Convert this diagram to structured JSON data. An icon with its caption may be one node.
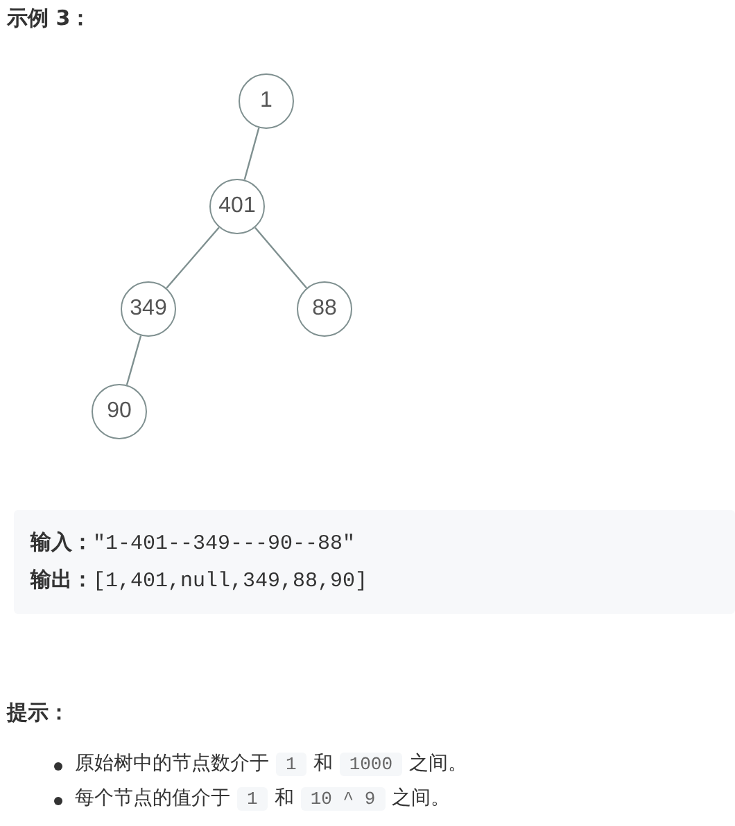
{
  "diagram": {
    "title": "示例 3：",
    "nodes": [
      {
        "text": [
          "1"
        ]
      },
      {
        "text": [
          "401"
        ]
      },
      {
        "text": [
          "349"
        ]
      },
      {
        "text": [
          "88"
        ]
      },
      {
        "text": [
          "90"
        ]
      }
    ],
    "edges": [
      {
        "from": 0,
        "to": 1,
        "arrow": "none"
      },
      {
        "from": 1,
        "to": 2,
        "arrow": "none"
      },
      {
        "from": 1,
        "to": 3,
        "arrow": "none"
      },
      {
        "from": 2,
        "to": 4,
        "arrow": "none"
      }
    ],
    "labels": [
      "**输入：**\"1-401--349---90--88\"",
      "**输出：**[1,401,null,349,88,90]",
      "提示：",
      "原始树中的节点数介于",
      "1",
      "和",
      "1000",
      "之间。",
      "每个节点的值介于",
      "1",
      "和",
      "10 ^ 9",
      "之间。"
    ]
  }
}
